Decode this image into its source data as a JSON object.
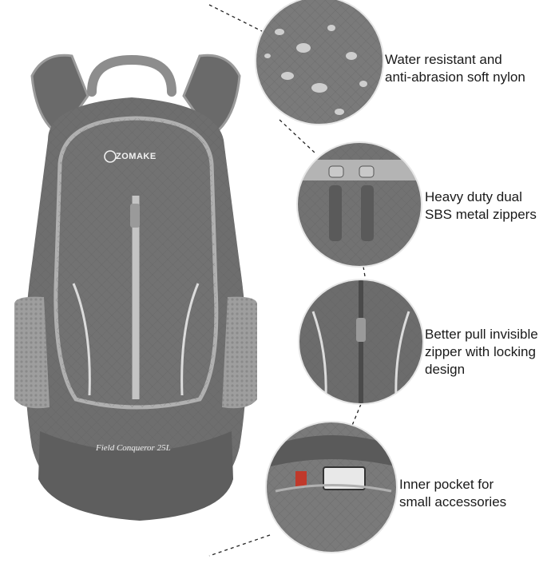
{
  "product": {
    "brand": "ZOMAKE",
    "model": "Field Conqueror 25L"
  },
  "features": [
    {
      "text": "Water resistant and\nanti-abrasion soft nylon",
      "icon": "nylon-fabric-closeup"
    },
    {
      "text": "Heavy duty dual\nSBS metal zippers",
      "icon": "dual-zipper-closeup"
    },
    {
      "text": "Better pull invisible\nzipper with locking\ndesign",
      "icon": "invisible-zipper-closeup"
    },
    {
      "text": "Inner pocket for\nsmall accessories",
      "icon": "inner-pocket-closeup"
    }
  ],
  "colors": {
    "bag": "#6e6e6e",
    "bag_dark": "#555555",
    "trim": "#a8a8a8",
    "text": "#1a1a1a"
  }
}
